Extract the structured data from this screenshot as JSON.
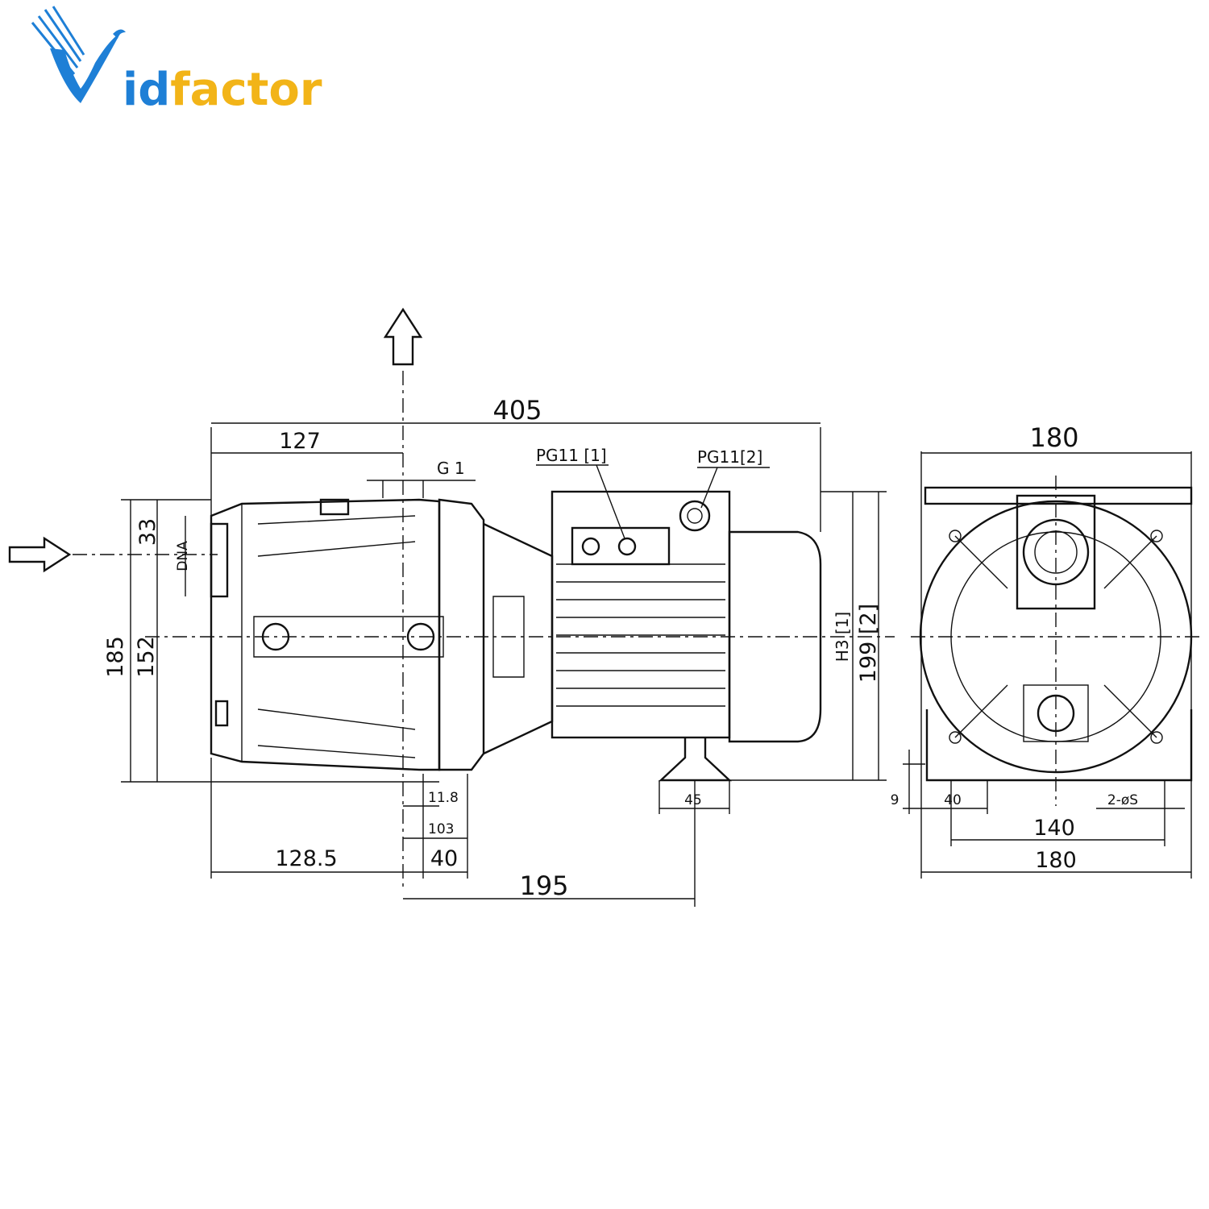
{
  "brand": {
    "prefix": "V",
    "name": "idfactor",
    "colors": {
      "primary": "#1e7fd6",
      "accent": "#f2b418"
    }
  },
  "labels": {
    "dim_405": "405",
    "dim_127": "127",
    "dim_180_top": "180",
    "dim_33": "33",
    "dim_185": "185",
    "dim_152": "152",
    "dna": "DNA",
    "g1": "G 1",
    "pg11_1": "PG11 [1]",
    "pg11_2": "PG11[2]",
    "h3": "H3 [1]",
    "dim_199": "199 [2]",
    "dim_11_8": "11.8",
    "dim_103": "103",
    "dim_128_5": "128.5",
    "dim_40_left": "40",
    "dim_195": "195",
    "dim_45": "45",
    "dim_9": "9",
    "dim_40_right": "40",
    "dim_2_s": "2-øS",
    "dim_140": "140",
    "dim_180_bottom": "180"
  },
  "icons": {
    "outlet": "up-arrow-icon",
    "inlet": "right-arrow-icon"
  }
}
